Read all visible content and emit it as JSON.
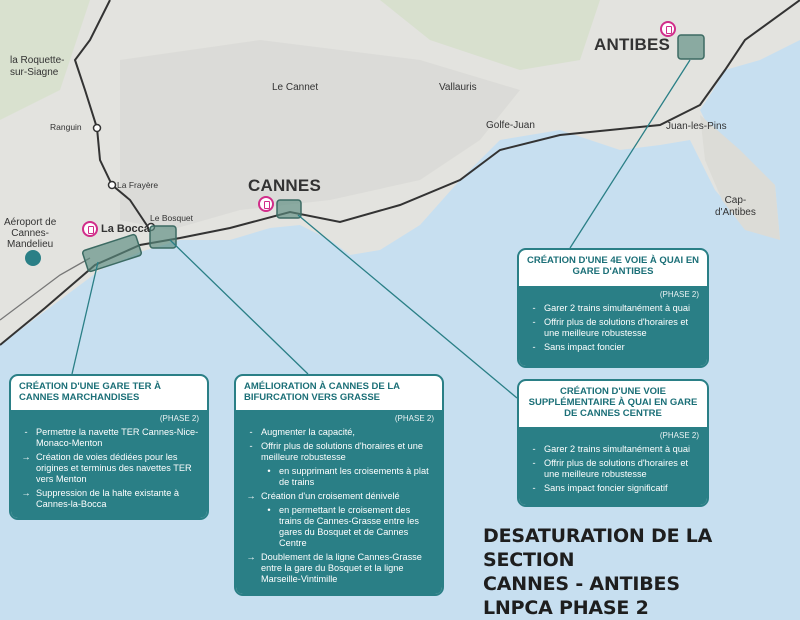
{
  "places": {
    "roquette": "la Roquette-\nsur-Siagne",
    "cannet": "Le Cannet",
    "vallauris": "Vallauris",
    "ranguin": "Ranguin",
    "golfe_juan": "Golfe-Juan",
    "juan_les_pins": "Juan-les-Pins",
    "la_frayere": "La Frayère",
    "le_bosquet": "Le Bosquet",
    "aeroport": "Aéroport de\nCannes-\nMandelieu",
    "la_bocca": "La Bocca",
    "cap_antibes": "Cap-\nd'Antibes"
  },
  "stations": {
    "antibes": "ANTIBES",
    "cannes": "CANNES"
  },
  "cards": {
    "antibes": {
      "title": "CRÉATION D'UNE 4E VOIE À QUAI EN GARE D'ANTIBES",
      "phase": "(PHASE 2)",
      "items": [
        "Garer 2 trains simultanément à quai",
        "Offrir plus de solutions d'horaires et une meilleure robustesse",
        "Sans impact foncier"
      ]
    },
    "cannes_centre": {
      "title": "CRÉATION D'UNE VOIE SUPPLÉMENTAIRE À QUAI EN GARE DE CANNES CENTRE",
      "phase": "(PHASE 2)",
      "items": [
        "Garer 2 trains simultanément à quai",
        "Offrir plus de solutions d'horaires et une meilleure robustesse",
        "Sans impact foncier significatif"
      ]
    },
    "marchandises": {
      "title": "CRÉATION D'UNE GARE TER À CANNES MARCHANDISES",
      "phase": "(PHASE 2)",
      "items": [
        "Permettre la navette TER Cannes-Nice-Monaco-Menton",
        "Création de voies dédiées pour les origines et terminus des navettes TER vers Menton",
        "Suppression de la halte existante à Cannes-la-Bocca"
      ]
    },
    "grasse": {
      "title": "AMÉLIORATION À CANNES DE LA BIFURCATION VERS GRASSE",
      "phase": "(PHASE 2)",
      "items": [
        "Augmenter la capacité,",
        "Offrir plus de solutions d'horaires et une meilleure robustesse",
        "en supprimant les croisements à plat de trains",
        "Création d'un croisement dénivelé",
        "en permettant le croisement des trains de Cannes-Grasse entre les gares du Bosquet et de Cannes Centre",
        "Doublement de la ligne Cannes-Grasse entre la gare du Bosquet et la ligne Marseille-Vintimille"
      ]
    }
  },
  "headline": [
    "DESATURATION DE LA SECTION",
    "CANNES - ANTIBES",
    "LNPCA PHASE 2"
  ],
  "colors": {
    "teal": "#2a7f86",
    "magenta": "#d12d8a",
    "sea": "#c7dff0",
    "land": "#e3e3df"
  }
}
